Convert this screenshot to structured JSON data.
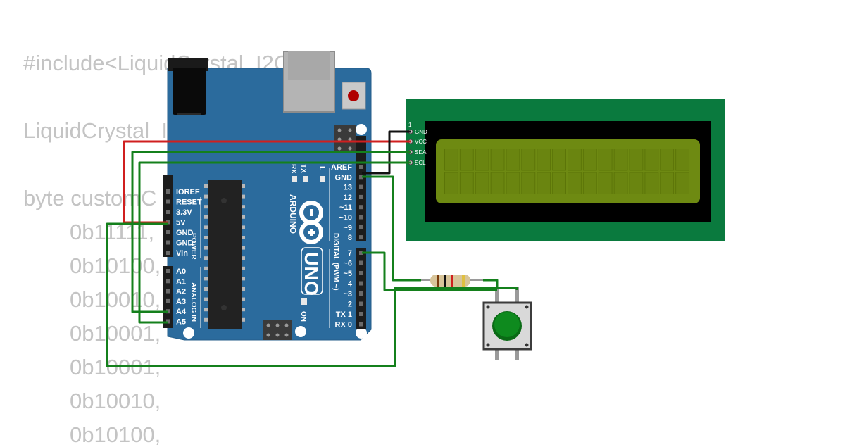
{
  "code_background": {
    "lines": [
      "#include<LiquidCrystal_I2C.h>",
      "LiquidCrystal_I",
      "byte customC",
      "0b11111,",
      "0b10100,",
      "0b10010,",
      "0b10001,",
      "0b10001,",
      "0b10010,",
      "0b10100,"
    ]
  },
  "arduino": {
    "brand": "ARDUINO",
    "model": "UNO",
    "power_header_label": "POWER",
    "analog_header_label": "ANALOG IN",
    "digital_header_label": "DIGITAL (PWM ~)",
    "on_label": "ON",
    "led_labels": {
      "tx": "TX",
      "rx": "RX",
      "l": "L"
    },
    "power_pins": [
      "IOREF",
      "RESET",
      "3.3V",
      "5V",
      "GND",
      "GND",
      "Vin"
    ],
    "analog_pins": [
      "A0",
      "A1",
      "A2",
      "A3",
      "A4",
      "A5"
    ],
    "digital_top_pins": [
      "AREF",
      "GND",
      "13",
      "12",
      "~11",
      "~10",
      "~9",
      "8"
    ],
    "digital_bottom_pins": [
      "7",
      "~6",
      "~5",
      "4",
      "~3",
      "2",
      "TX 1",
      "RX 0"
    ]
  },
  "lcd": {
    "pin1_marker": "1",
    "pins": [
      "GND",
      "VCC",
      "SDA",
      "SCL"
    ],
    "columns": 16,
    "rows": 2
  },
  "colors": {
    "board": "#2b6b9d",
    "lcd_pcb": "#0a7a3e",
    "lcd_screen": "#6e8a12",
    "wire_red": "#d01f1f",
    "wire_green": "#14801c",
    "wire_black": "#111111",
    "button_cap": "#0e8a1e"
  }
}
